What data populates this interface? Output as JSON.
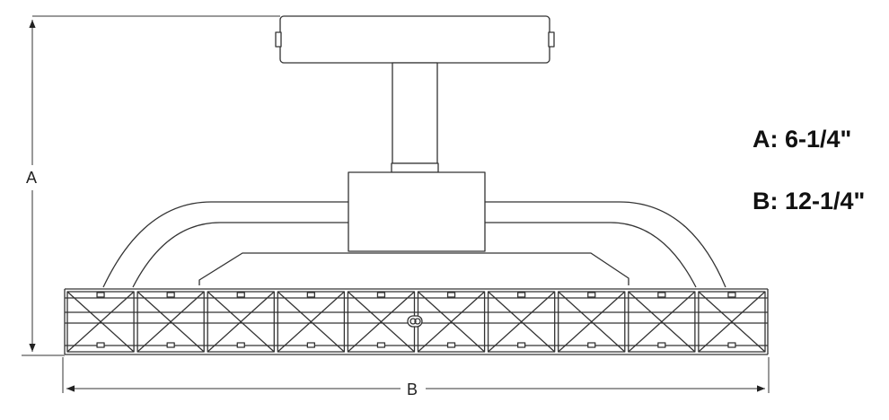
{
  "dimensions": {
    "height_label": "A",
    "width_label": "B"
  },
  "specs": {
    "a": "A: 6-1/4\"",
    "b": "B: 12-1/4\""
  },
  "fixture": {
    "panel_count": 10
  }
}
